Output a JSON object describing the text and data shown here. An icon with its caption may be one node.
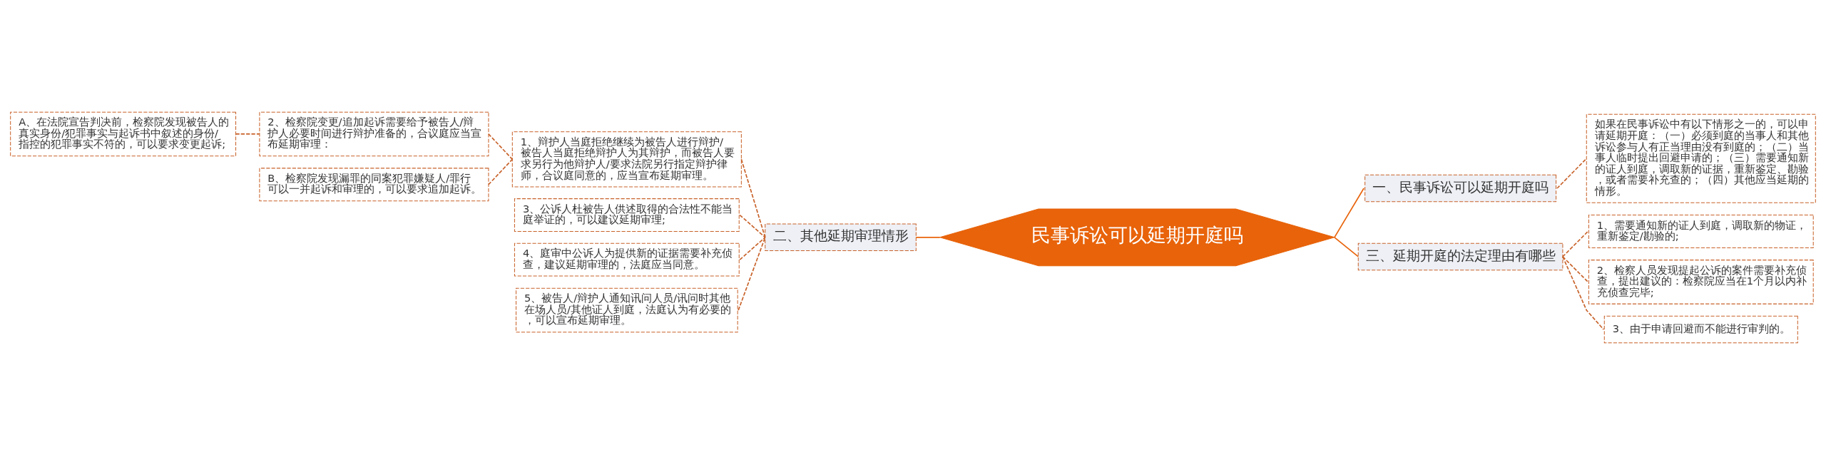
{
  "diagram": {
    "nodes": [
      {
        "text": [
          "民事诉讼可以延期开庭吗"
        ]
      },
      {
        "text": [
          "一、民事诉讼可以延期开庭吗"
        ]
      },
      {
        "text": [
          "如果在民事诉讼中有以下情形之一的，可以申请延期开庭：（一）必须到庭的当事人和其他诉讼参与人有正当理由没有到庭的；（二）当事人临时提出回避申请的；（三）需要通知新的证人到庭，调取新的证据，重新鉴定、勘验，或者需要补充查的；（四）其他应当延期的情形。"
        ]
      },
      {
        "text": [
          "三、延期开庭的法定理由有哪些"
        ]
      },
      {
        "text": [
          "1、需要通知新的证人到庭，调取新的物证，重新鉴定/勘验的;"
        ]
      },
      {
        "text": [
          "2、检察人员发现提起公诉的案件需要补充侦查，提出建议的：检察院应当在1个月以内补充侦查完毕;"
        ]
      },
      {
        "text": [
          "3、由于申请回避而不能进行审判的。"
        ]
      },
      {
        "text": [
          "二、其他延期审理情形"
        ]
      },
      {
        "text": [
          "1、辩护人当庭拒绝继续为被告人进行辩护/被告人当庭拒绝辩护人为其辩护，而被告人要求另行为他辩护人/要求法院另行指定辩护律师，合议庭同意的，应当宣布延期审理。"
        ]
      },
      {
        "text": [
          "3、公诉人杜被告人供述取得的合法性不能当庭举证的，可以建议延期审理;"
        ]
      },
      {
        "text": [
          "4、庭审中公诉人为提供新的证据需要补充侦查，建议延期审理的，法庭应当同意。"
        ]
      },
      {
        "text": [
          "5、被告人/辩护人通知讯问人员/讯问时其他在场人员/其他证人到庭，法庭认为有必要的，可以宣布延期审理。"
        ]
      },
      {
        "text": [
          "2、检察院变更/追加起诉需要给予被告人/辩护人必要时间进行辩护准备的，合议庭应当宣布延期审理："
        ]
      },
      {
        "text": [
          "B、检察院发现漏罪的同案犯罪嫌疑人/罪行可以一并起诉和审理的，可以要求追加起诉。"
        ]
      },
      {
        "text": [
          "A、在法院宣告判决前，检察院发现被告人的真实身份/犯罪事实与起诉书中叙述的身份/指控的犯罪事实不符的，可以要求变更起诉;"
        ]
      }
    ],
    "edges": [
      {
        "from": 0,
        "to": 1,
        "arrow": "none",
        "color": "#e8630a"
      },
      {
        "from": 1,
        "to": 2,
        "arrow": "none",
        "style": "dashed"
      },
      {
        "from": 0,
        "to": 3,
        "arrow": "none",
        "color": "#e8630a"
      },
      {
        "from": 3,
        "to": 4,
        "arrow": "none",
        "style": "dashed"
      },
      {
        "from": 3,
        "to": 5,
        "arrow": "none",
        "style": "dashed"
      },
      {
        "from": 3,
        "to": 6,
        "arrow": "none",
        "style": "dashed"
      },
      {
        "from": 0,
        "to": 7,
        "arrow": "none",
        "color": "#e8630a"
      },
      {
        "from": 7,
        "to": 8,
        "arrow": "none",
        "style": "dashed"
      },
      {
        "from": 7,
        "to": 9,
        "arrow": "none",
        "style": "dashed"
      },
      {
        "from": 7,
        "to": 10,
        "arrow": "none",
        "style": "dashed"
      },
      {
        "from": 7,
        "to": 11,
        "arrow": "none",
        "style": "dashed"
      },
      {
        "from": 8,
        "to": 12,
        "arrow": "none",
        "style": "dashed"
      },
      {
        "from": 8,
        "to": 13,
        "arrow": "none",
        "style": "dashed"
      },
      {
        "from": 12,
        "to": 14,
        "arrow": "none",
        "style": "dashed"
      }
    ]
  }
}
